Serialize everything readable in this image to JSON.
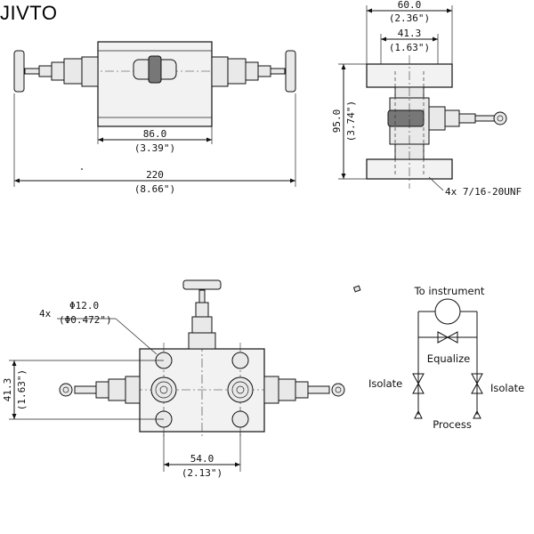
{
  "brand": "JIVTO",
  "top_view": {
    "body_width": "86.0",
    "body_width_in": "(3.39\")",
    "overall_length": "220",
    "overall_length_in": "(8.66\")"
  },
  "side_view": {
    "width": "60.0",
    "width_in": "(2.36\")",
    "inner_width": "41.3",
    "inner_width_in": "(1.63\")",
    "height": "95.0",
    "height_in": "(3.74\")",
    "thread_note": "4x 7/16-20UNF"
  },
  "front_view": {
    "hole_count": "4x",
    "hole_dia": "Φ12.0",
    "hole_dia_in": "(Φ0.472\")",
    "height": "41.3",
    "height_in": "(1.63\")",
    "spacing": "54.0",
    "spacing_in": "(2.13\")"
  },
  "schematic": {
    "top_label": "To instrument",
    "equalize": "Equalize",
    "isolate_left": "Isolate",
    "isolate_right": "Isolate",
    "bottom_label": "Process"
  }
}
